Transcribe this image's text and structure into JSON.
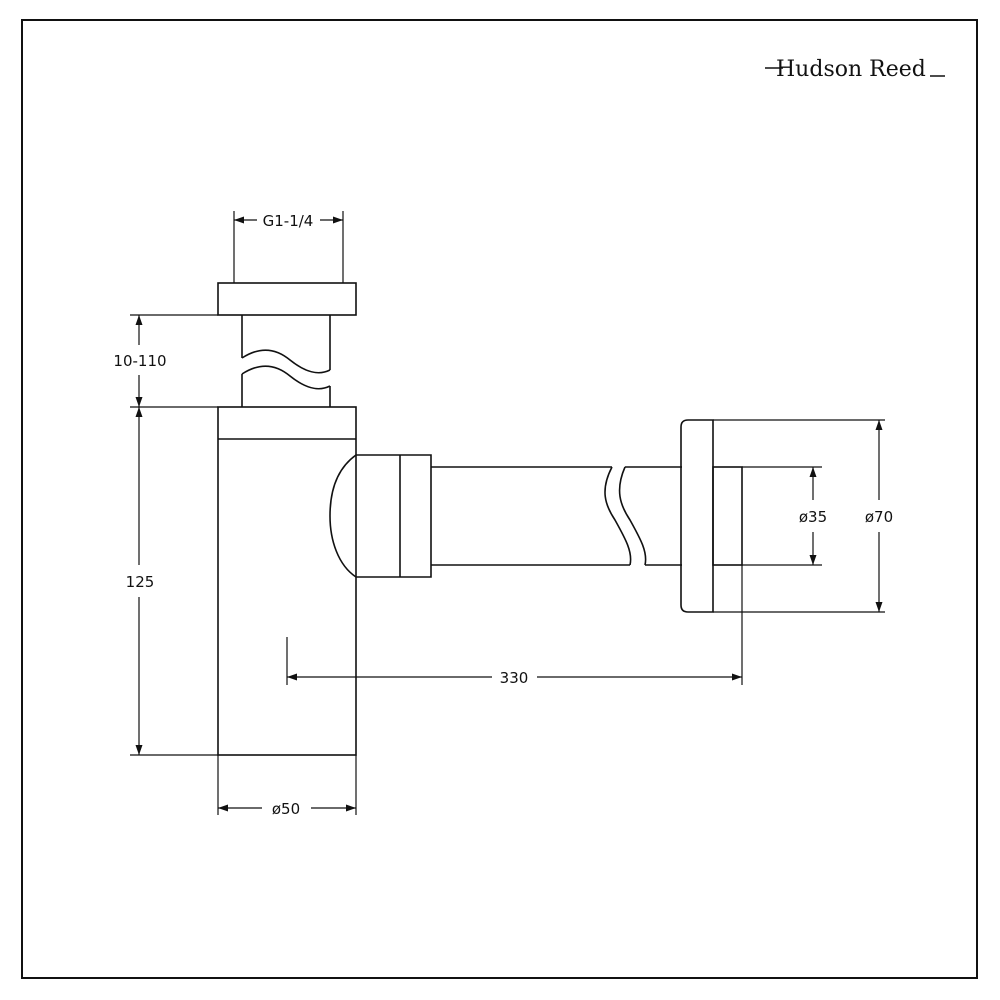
{
  "brand": {
    "name": "Hudson Reed"
  },
  "dimensions": {
    "thread": "G1-1/4",
    "adjustable_height": "10-110",
    "body_height": "125",
    "outlet_diameter": "ø35",
    "flange_diameter": "ø70",
    "horizontal_length": "330",
    "body_diameter": "ø50"
  },
  "colors": {
    "line": "#111111",
    "background": "#ffffff"
  }
}
